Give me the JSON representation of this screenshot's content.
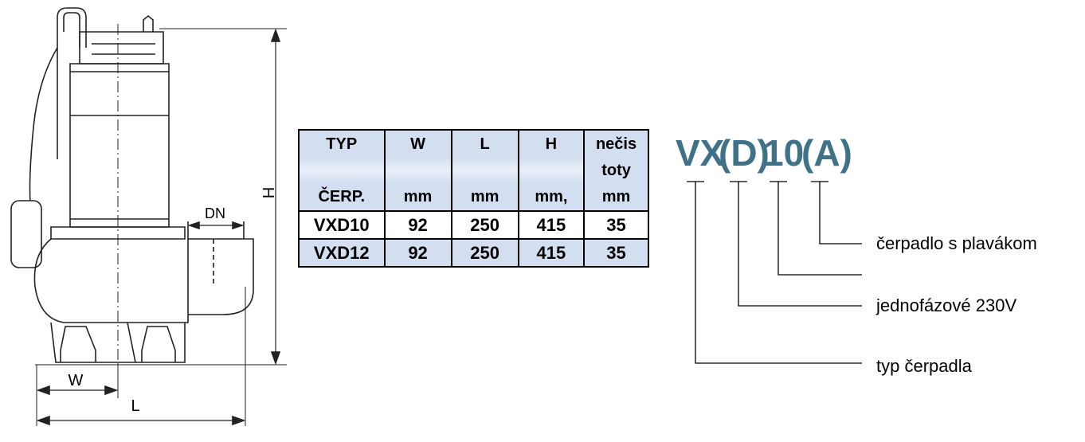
{
  "drawing": {
    "dim_h": "H",
    "dim_dn": "DN",
    "dim_w": "W",
    "dim_l": "L"
  },
  "table": {
    "headers": [
      {
        "top": "TYP",
        "mid": "",
        "bottom": "ČERP."
      },
      {
        "top": "W",
        "mid": "",
        "bottom": "mm"
      },
      {
        "top": "L",
        "mid": "",
        "bottom": "mm"
      },
      {
        "top": "H",
        "mid": "",
        "bottom": "mm,"
      },
      {
        "top": "nečis",
        "mid": "toty",
        "bottom": "mm"
      }
    ],
    "rows": [
      [
        "VXD10",
        "92",
        "250",
        "415",
        "35"
      ],
      [
        "VXD12",
        "92",
        "250",
        "415",
        "35"
      ]
    ]
  },
  "code": {
    "parts": [
      "VX",
      "(D)",
      "10",
      "(A)"
    ],
    "labels": {
      "float": "čerpadlo s plavákom",
      "phase": "jednofázové 230V",
      "type": "typ čerpadla"
    },
    "color": "#3f7189"
  }
}
